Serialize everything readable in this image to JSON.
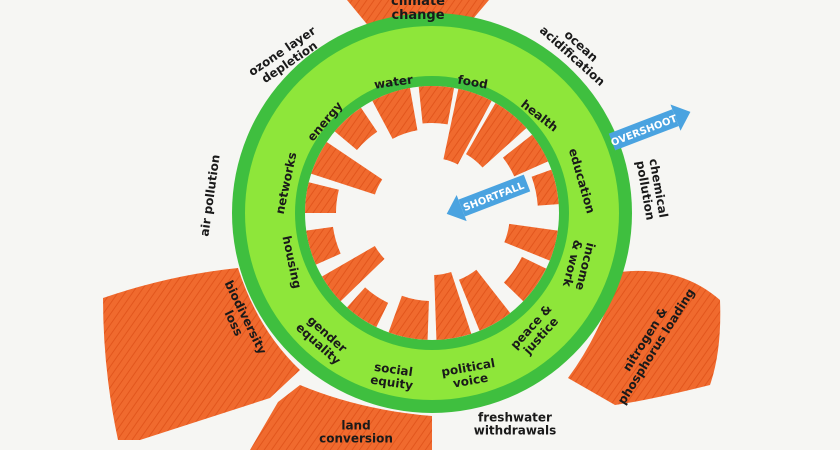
{
  "diagram": {
    "boundaries": [
      {
        "key": "climate",
        "lines": [
          "climate",
          "change"
        ]
      },
      {
        "key": "ocean",
        "lines": [
          "ocean",
          "acidification"
        ]
      },
      {
        "key": "chemical",
        "lines": [
          "chemical",
          "pollution"
        ]
      },
      {
        "key": "nitrogen",
        "lines": [
          "nitrogen &",
          "phosphorus loading"
        ]
      },
      {
        "key": "freshwater",
        "lines": [
          "freshwater",
          "withdrawals"
        ]
      },
      {
        "key": "land",
        "lines": [
          "land",
          "conversion"
        ]
      },
      {
        "key": "biodiversity",
        "lines": [
          "biodiversity",
          "loss"
        ]
      },
      {
        "key": "air",
        "lines": [
          "air pollution"
        ]
      },
      {
        "key": "ozone",
        "lines": [
          "ozone layer",
          "depletion"
        ]
      }
    ],
    "foundations": [
      {
        "key": "water",
        "lines": [
          "water"
        ]
      },
      {
        "key": "food",
        "lines": [
          "food"
        ]
      },
      {
        "key": "health",
        "lines": [
          "health"
        ]
      },
      {
        "key": "education",
        "lines": [
          "education"
        ]
      },
      {
        "key": "income",
        "lines": [
          "income",
          "& work"
        ]
      },
      {
        "key": "peace",
        "lines": [
          "peace &",
          "justice"
        ]
      },
      {
        "key": "political",
        "lines": [
          "political",
          "voice"
        ]
      },
      {
        "key": "social",
        "lines": [
          "social",
          "equity"
        ]
      },
      {
        "key": "gender",
        "lines": [
          "gender",
          "equality"
        ]
      },
      {
        "key": "housing",
        "lines": [
          "housing"
        ]
      },
      {
        "key": "networks",
        "lines": [
          "networks"
        ]
      },
      {
        "key": "energy",
        "lines": [
          "energy"
        ]
      }
    ],
    "arrows": {
      "overshoot": "OVERSHOOT",
      "shortfall": "SHORTFALL"
    },
    "colors": {
      "background": "#f6f6f3",
      "ring_outer": "#3fbf3f",
      "ring_inner": "#8ee63a",
      "wedge": "#f06a2e",
      "wedge_dark": "#d9541f",
      "arrow": "#4aa3e0",
      "text": "#1a1a1a"
    }
  }
}
